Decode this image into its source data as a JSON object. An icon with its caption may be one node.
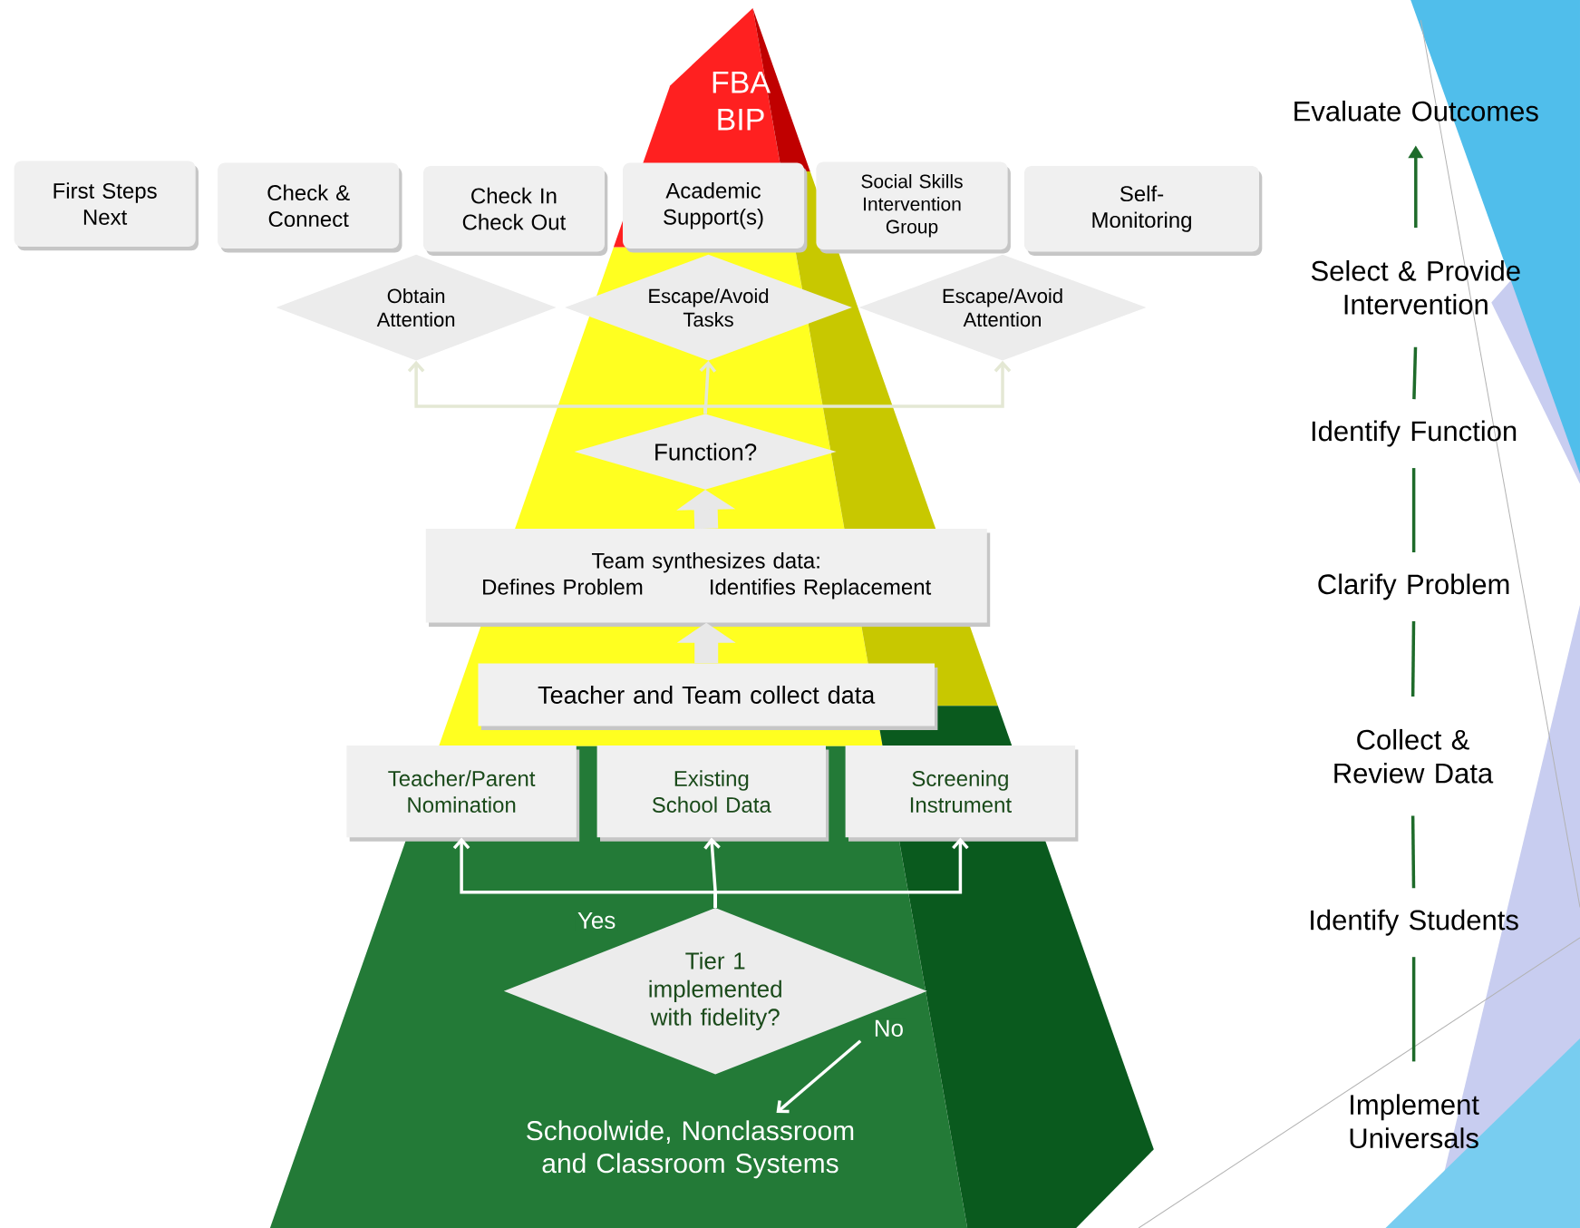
{
  "diagram": {
    "nodes": [
      {
        "text": [
          "FBA BIP"
        ]
      },
      {
        "text": [
          "First Steps Next"
        ]
      },
      {
        "text": [
          "Check & Connect"
        ]
      },
      {
        "text": [
          "Check In Check Out"
        ]
      },
      {
        "text": [
          "Academic Support(s)"
        ]
      },
      {
        "text": [
          "Social Skills Intervention Group"
        ]
      },
      {
        "text": [
          "Self-Monitoring"
        ]
      },
      {
        "text": [
          "Obtain Attention"
        ]
      },
      {
        "text": [
          "Escape/Avoid Tasks"
        ]
      },
      {
        "text": [
          "Escape/Avoid Attention"
        ]
      },
      {
        "text": [
          "Function?"
        ]
      },
      {
        "text": [
          "Team synthesizes data:",
          "Defines Problem",
          "Identifies Replacement"
        ]
      },
      {
        "text": [
          "Teacher and Team collect data"
        ]
      },
      {
        "text": [
          "Teacher/Parent Nomination"
        ]
      },
      {
        "text": [
          "Existing School Data"
        ]
      },
      {
        "text": [
          "Screening Instrument"
        ]
      },
      {
        "text": [
          "Tier 1 implemented with fidelity?"
        ]
      },
      {
        "text": [
          "Schoolwide, Nonclassroom and Classroom Systems"
        ]
      },
      {
        "text": [
          "Evaluate Outcomes"
        ]
      },
      {
        "text": [
          "Select & Provide Intervention"
        ]
      },
      {
        "text": [
          "Identify Function"
        ]
      },
      {
        "text": [
          "Clarify Problem"
        ]
      },
      {
        "text": [
          "Collect & Review Data"
        ]
      },
      {
        "text": [
          "Identify Students"
        ]
      },
      {
        "text": [
          "Implement Universals"
        ]
      }
    ],
    "edges": [
      {
        "from": 16,
        "to": 13,
        "arrow": "to",
        "label": "Yes",
        "color": "#ffffff"
      },
      {
        "from": 16,
        "to": 14,
        "arrow": "to",
        "color": "#ffffff"
      },
      {
        "from": 16,
        "to": 15,
        "arrow": "to",
        "color": "#ffffff"
      },
      {
        "from": 16,
        "to": 17,
        "arrow": "to",
        "label": "No",
        "color": "#ffffff"
      },
      {
        "from": 12,
        "to": 11,
        "arrow": "to",
        "style": "thick",
        "color": "#e8e8e8"
      },
      {
        "from": 11,
        "to": 10,
        "arrow": "to",
        "style": "thick",
        "color": "#e8e8e8"
      },
      {
        "from": 10,
        "to": 7,
        "arrow": "to",
        "color": "#e4e8d4"
      },
      {
        "from": 10,
        "to": 8,
        "arrow": "to",
        "color": "#e4e8d4"
      },
      {
        "from": 10,
        "to": 9,
        "arrow": "to",
        "color": "#e4e8d4"
      },
      {
        "from": 24,
        "to": 23,
        "arrow": "none",
        "color": "#1e6b2a"
      },
      {
        "from": 23,
        "to": 22,
        "arrow": "none",
        "color": "#1e6b2a"
      },
      {
        "from": 22,
        "to": 21,
        "arrow": "none",
        "color": "#1e6b2a"
      },
      {
        "from": 21,
        "to": 20,
        "arrow": "none",
        "color": "#1e6b2a"
      },
      {
        "from": 20,
        "to": 19,
        "arrow": "none",
        "color": "#1e6b2a"
      },
      {
        "from": 19,
        "to": 18,
        "arrow": "to",
        "color": "#1e6b2a"
      }
    ]
  }
}
